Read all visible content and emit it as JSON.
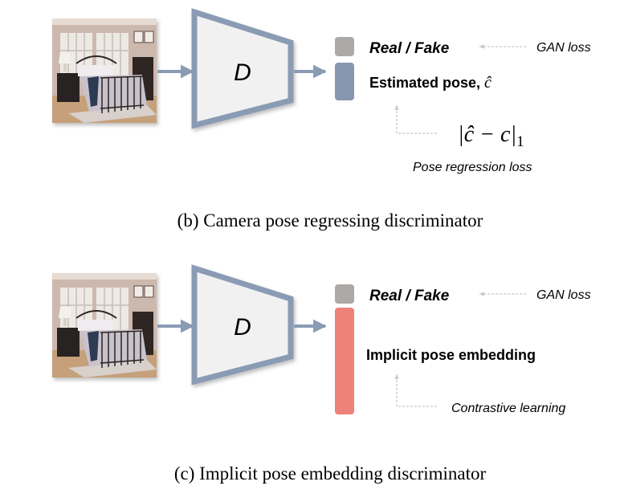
{
  "colors": {
    "network_stroke": "#8a9bb4",
    "network_fill": "#f1f1f1",
    "real_fake_box": "#aca9a7",
    "pose_box": "#8797b0",
    "embedding_box": "#ee827b",
    "dashed_arrow": "#c8c8c8"
  },
  "panels": [
    {
      "id": "b",
      "input_image": "bedroom-photo",
      "network_label": "D",
      "outputs": {
        "real_fake": "Real / Fake",
        "secondary": "Estimated pose, ",
        "secondary_symbol": "ĉ"
      },
      "losses": {
        "gan": "GAN loss",
        "formula": "|ĉ − c|",
        "formula_subscript": "1",
        "secondary": "Pose regression loss"
      },
      "caption": "(b) Camera pose regressing discriminator"
    },
    {
      "id": "c",
      "input_image": "bedroom-photo",
      "network_label": "D",
      "outputs": {
        "real_fake": "Real / Fake",
        "secondary": "Implicit pose embedding"
      },
      "losses": {
        "gan": "GAN loss",
        "secondary": "Contrastive learning"
      },
      "caption": "(c) Implicit pose embedding discriminator"
    }
  ]
}
